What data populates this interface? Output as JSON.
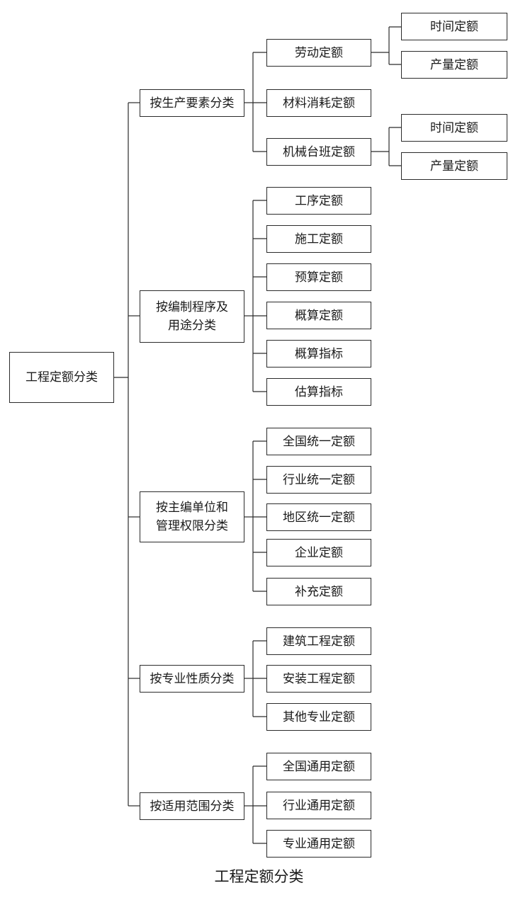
{
  "root": {
    "label": "工程定额分类"
  },
  "groups": [
    {
      "label": "按生产要素分类",
      "items": [
        {
          "label": "劳动定额",
          "children": [
            {
              "label": "时间定额"
            },
            {
              "label": "产量定额"
            }
          ]
        },
        {
          "label": "材料消耗定额"
        },
        {
          "label": "机械台班定额",
          "children": [
            {
              "label": "时间定额"
            },
            {
              "label": "产量定额"
            }
          ]
        }
      ]
    },
    {
      "label": "按编制程序及用途分类",
      "items": [
        {
          "label": "工序定额"
        },
        {
          "label": "施工定额"
        },
        {
          "label": "预算定额"
        },
        {
          "label": "概算定额"
        },
        {
          "label": "概算指标"
        },
        {
          "label": "估算指标"
        }
      ]
    },
    {
      "label": "按主编单位和管理权限分类",
      "items": [
        {
          "label": "全国统一定额"
        },
        {
          "label": "行业统一定额"
        },
        {
          "label": "地区统一定额"
        },
        {
          "label": "企业定额"
        },
        {
          "label": "补充定额"
        }
      ]
    },
    {
      "label": "按专业性质分类",
      "items": [
        {
          "label": "建筑工程定额"
        },
        {
          "label": "安装工程定额"
        },
        {
          "label": "其他专业定额"
        }
      ]
    },
    {
      "label": "按适用范围分类",
      "items": [
        {
          "label": "全国通用定额"
        },
        {
          "label": "行业通用定额"
        },
        {
          "label": "专业通用定额"
        }
      ]
    }
  ],
  "caption": "工程定额分类"
}
